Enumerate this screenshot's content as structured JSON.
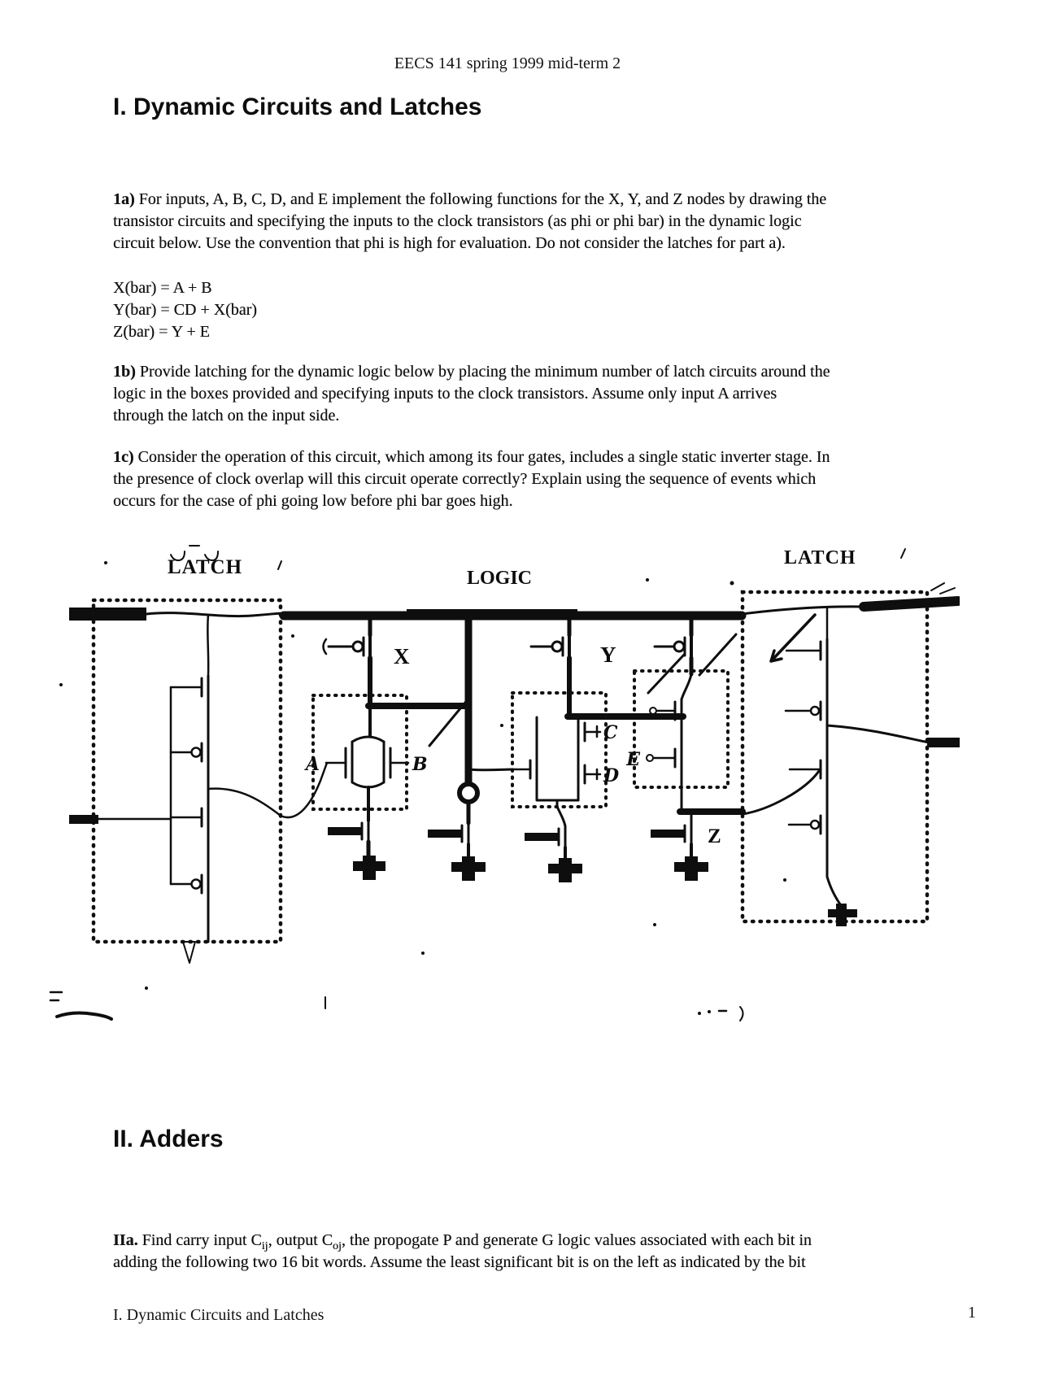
{
  "page": {
    "header": "EECS 141 spring 1999 mid-term 2",
    "footer": {
      "left": "I. Dynamic Circuits and Latches",
      "page_number": "1"
    }
  },
  "section1": {
    "title": "I. Dynamic Circuits and Latches",
    "para_1a": {
      "label": "1a)",
      "text": " For inputs, A, B, C, D, and E implement the following functions for the X, Y, and Z nodes by drawing the\ntransistor circuits and specifying the inputs to the clock transistors (as phi or phi bar) in the dynamic logic\ncircuit below. Use the convention that phi is high for evaluation. Do not consider the latches for part a)."
    },
    "equations": [
      "X(bar) = A + B",
      "Y(bar) = CD + X(bar)",
      "Z(bar) = Y + E"
    ],
    "para_1b": {
      "label": "1b)",
      "text": " Provide latching for the dynamic logic below by placing the minimum number of latch circuits around the\nlogic in the boxes provided and specifying inputs to the clock transistors. Assume only input A arrives\nthrough the latch on the input side."
    },
    "para_1c": {
      "label": "1c)",
      "text": " Consider the operation of this circuit, which among its four gates, includes a single static inverter stage. In\nthe presence of clock overlap will this circuit operate correctly? Explain using the sequence of events which\noccurs for the case of phi going low before phi bar goes high."
    }
  },
  "diagram": {
    "labels": {
      "latch_left": "LATCH",
      "logic": "LOGIC",
      "latch_right": "LATCH",
      "node_x": "X",
      "node_y": "Y",
      "node_z": "Z",
      "input_a": "A",
      "input_b": "B",
      "input_c": "C",
      "input_d": "D",
      "input_e": "E"
    }
  },
  "section2": {
    "title": "II. Adders",
    "para_iia": {
      "label": "IIa.",
      "t1": " Find carry input C",
      "sub1": "ij",
      "t2": ", output C",
      "sub2": "oj",
      "t3": ", the propogate P and generate G logic values associated with each bit in\nadding the following two 16 bit words. Assume the least significant bit is on the left as indicated by the bit"
    }
  }
}
